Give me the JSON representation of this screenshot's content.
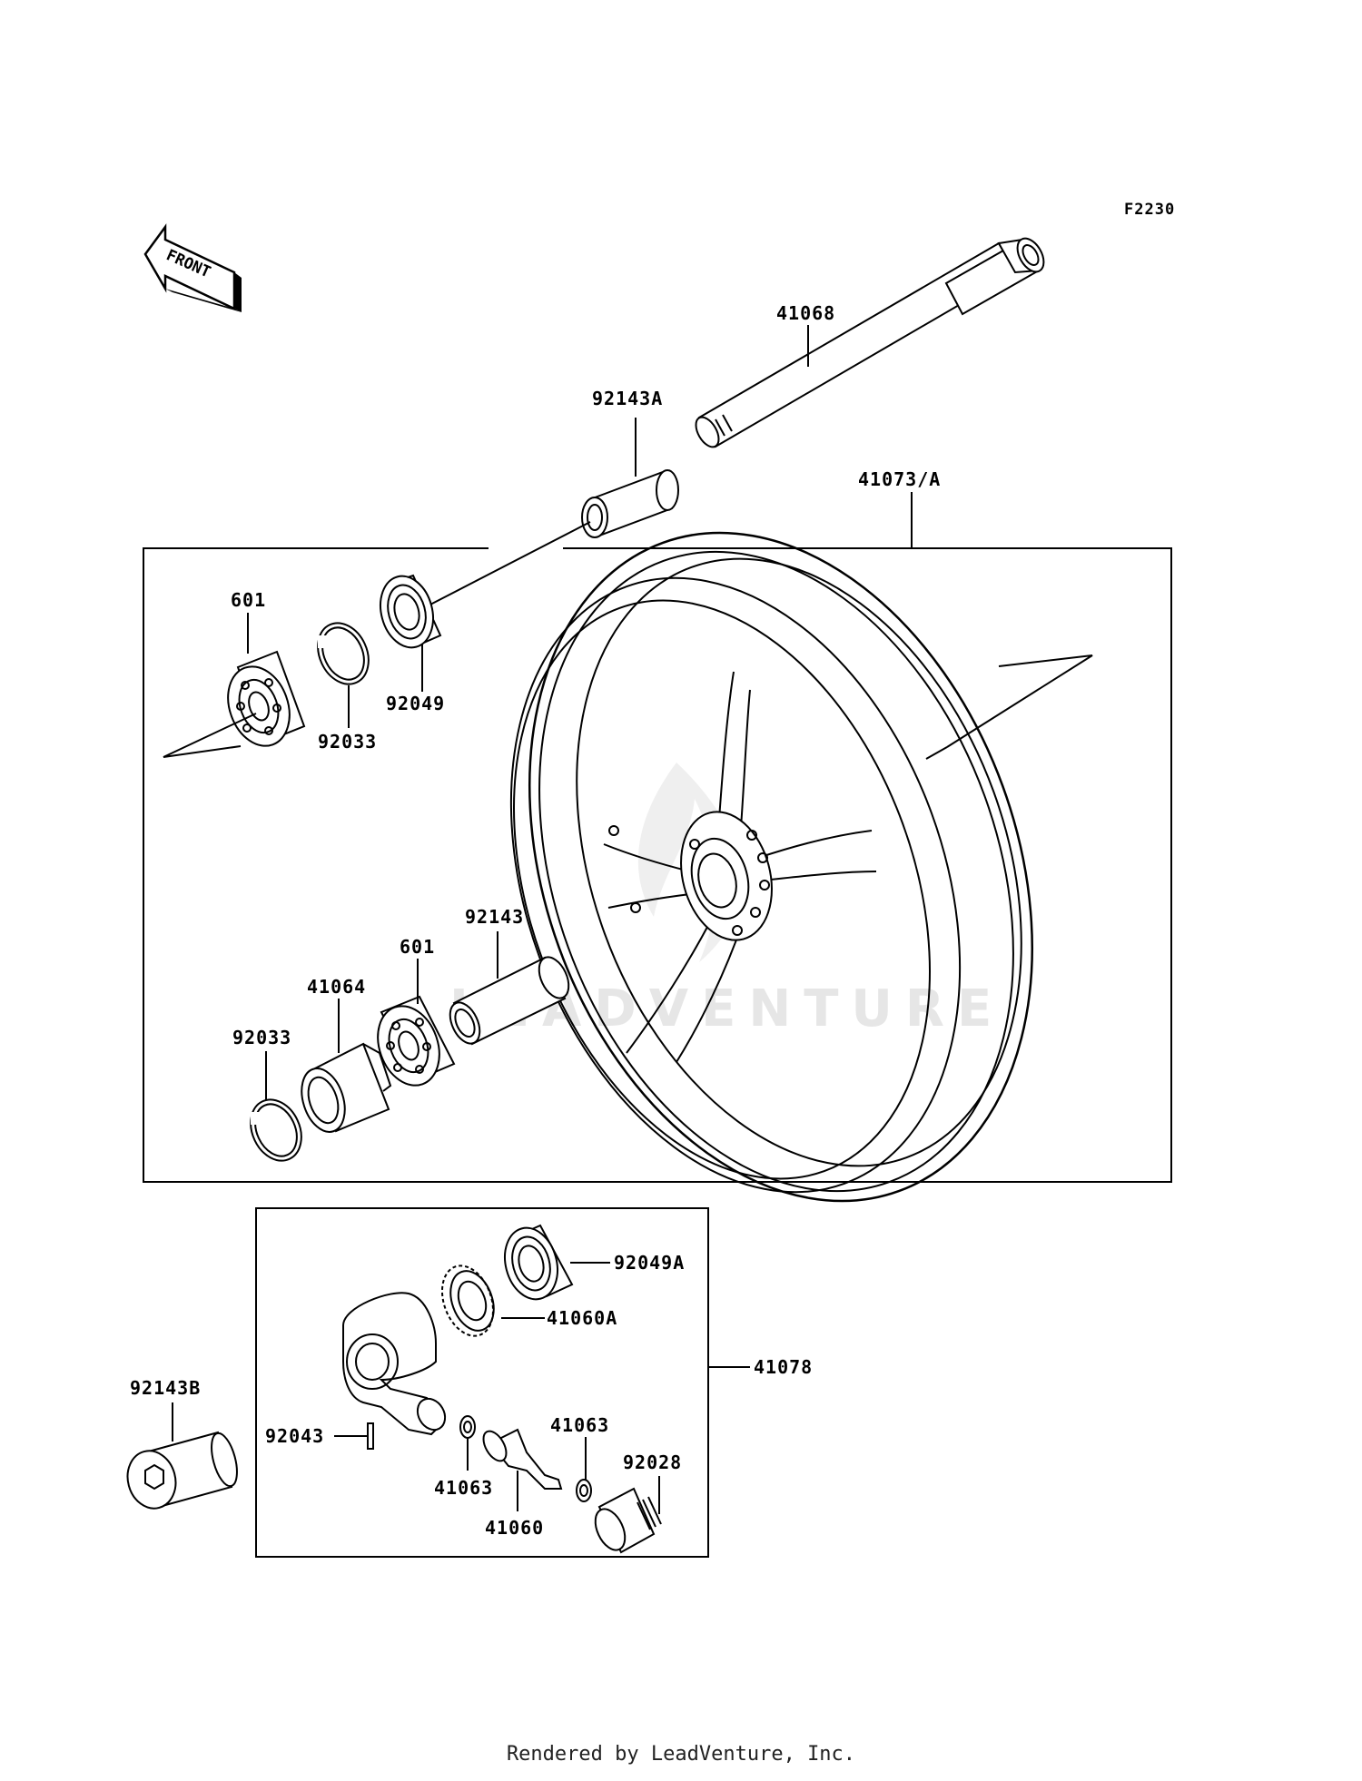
{
  "diagram": {
    "code": "F2230",
    "front_label": "FRONT",
    "watermark": "LEADVENTURE",
    "labels": {
      "p41068": "41068",
      "p92143A": "92143A",
      "p41073A": "41073/A",
      "p601_top": "601",
      "p92049": "92049",
      "p92033_top": "92033",
      "p92143": "92143",
      "p601_bottom": "601",
      "p41064": "41064",
      "p92033_bottom": "92033",
      "p92049A": "92049A",
      "p41060A": "41060A",
      "p41078": "41078",
      "p92143B": "92143B",
      "p92043": "92043",
      "p41063_left": "41063",
      "p41063_right": "41063",
      "p92028": "92028",
      "p41060": "41060"
    }
  },
  "footer": {
    "text": "Rendered by LeadVenture, Inc."
  }
}
